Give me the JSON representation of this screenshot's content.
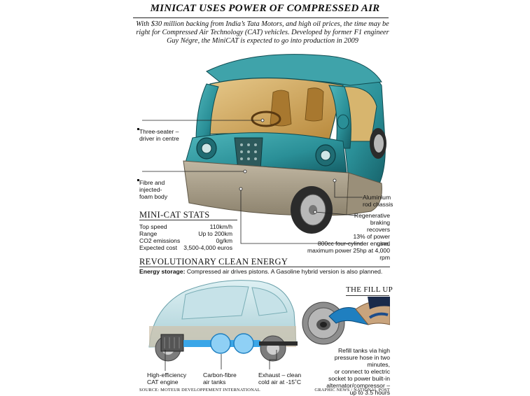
{
  "header": {
    "title": "MINICAT USES POWER OF COMPRESSED AIR",
    "intro": "With $30 million backing from India’s Tata Motors, and high oil prices, the time may be right for Compressed Air Technology (CAT) vehicles. Developed by former F1 engineer Guy Négre, the MiniCAT is expected to go into production in 2009"
  },
  "callouts": {
    "three_seater": [
      "Three-seater –",
      "driver in centre"
    ],
    "fibre_body": [
      "Fibre and",
      "injected-",
      "foam body"
    ],
    "aluminium": [
      "Aluminium",
      "rod chassis"
    ],
    "regen": [
      "Regenerative",
      "braking recovers",
      "13% of power used"
    ],
    "engine": [
      "800cc four-cylinder engine,",
      "maximum power 25hp at 4,000 rpm"
    ]
  },
  "stats": {
    "title": "MINI-CAT STATS",
    "rows": [
      {
        "label": "Top speed",
        "value": "110km/h"
      },
      {
        "label": "Range",
        "value": "Up to 200km"
      },
      {
        "label": "CO2 emissions",
        "value": "0g/km"
      },
      {
        "label": "Expected cost",
        "value": "3,500-4,000 euros"
      }
    ]
  },
  "energy": {
    "title": "REVOLUTIONARY CLEAN ENERGY",
    "lead": "Energy storage:",
    "text": " Compressed air drives pistons. A Gasoline hybrid version is also planned."
  },
  "bottom_labels": {
    "cat_engine": [
      "High-efficiency",
      "CAT engine"
    ],
    "tanks": [
      "Carbon-fibre",
      "air tanks"
    ],
    "exhaust": [
      "Exhaust – clean",
      "cold air at -15˚C"
    ]
  },
  "fill_up": {
    "title": "THE FILL UP",
    "text": [
      "Refill tanks via high",
      "pressure hose in two minutes,",
      "or connect to electric",
      "socket to power built-in",
      "alternator/compressor –",
      "up to 3.5 hours"
    ]
  },
  "footer": {
    "source": "SOURCE: MOTEUR DEVELOPPEMENT INTERNATIONAL",
    "credit": "GRAPHIC NEWS / NATIONAL POST"
  },
  "colors": {
    "car_teal": "#2a8f97",
    "car_teal_dark": "#155e66",
    "body_taupe": "#a59a84",
    "interior_tan": "#c99a4a",
    "tank_blue": "#3aa6e8"
  }
}
